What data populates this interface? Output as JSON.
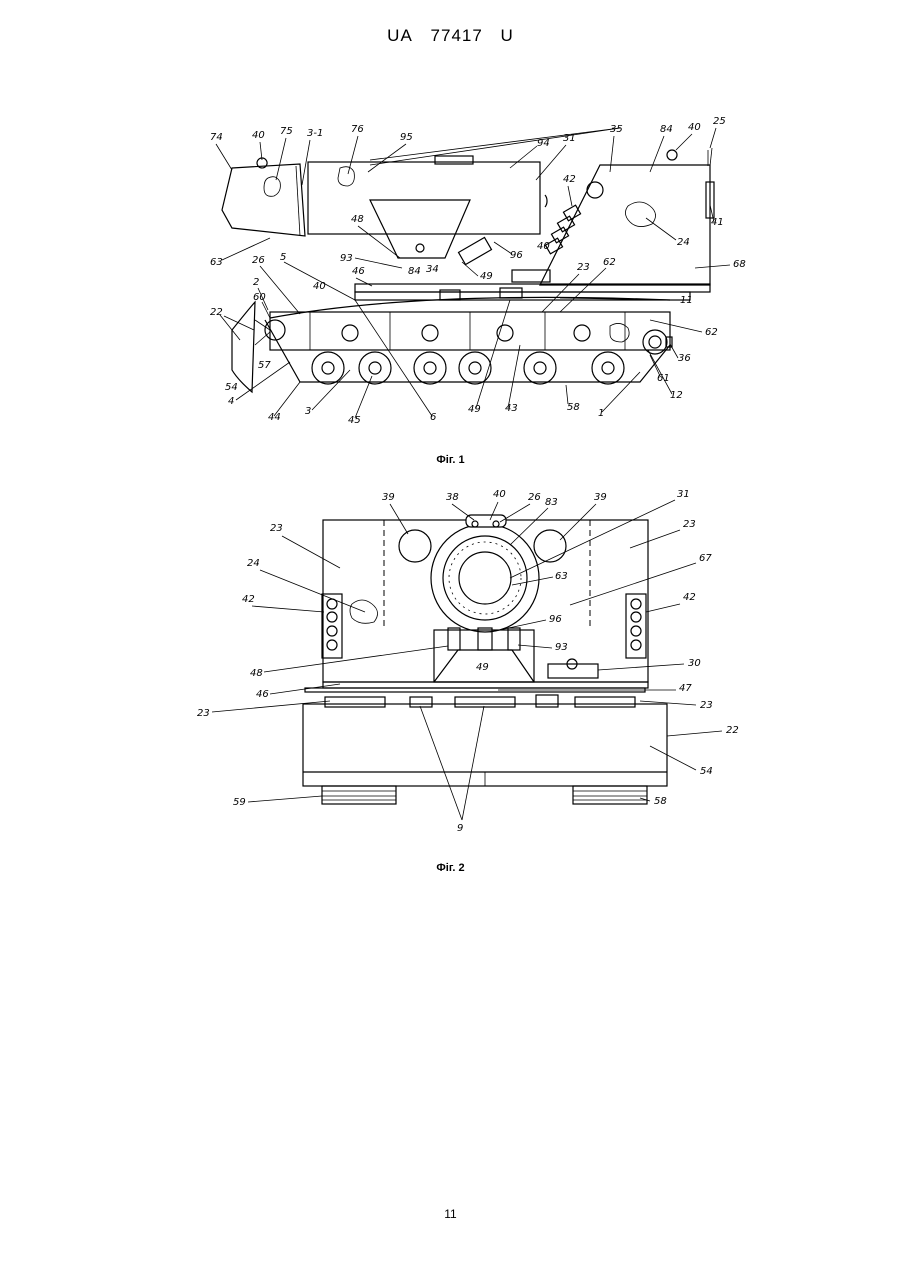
{
  "header": {
    "country": "UA",
    "number": "77417",
    "kind": "U"
  },
  "figures": [
    {
      "caption": "Фіг. 1",
      "labels": [
        "74",
        "40",
        "75",
        "3-1",
        "76",
        "95",
        "94",
        "31",
        "35",
        "84",
        "40",
        "25",
        "42",
        "24",
        "41",
        "48",
        "40",
        "96",
        "93",
        "46",
        "84",
        "34",
        "49",
        "68",
        "63",
        "26",
        "5",
        "40",
        "2",
        "60",
        "23",
        "62",
        "11",
        "22",
        "62",
        "36",
        "57",
        "54",
        "61",
        "4",
        "44",
        "3",
        "45",
        "6",
        "49",
        "43",
        "58",
        "1",
        "12"
      ]
    },
    {
      "caption": "Фіг. 2",
      "labels": [
        "39",
        "38",
        "40",
        "26",
        "83",
        "39",
        "31",
        "23",
        "23",
        "67",
        "24",
        "63",
        "42",
        "42",
        "96",
        "93",
        "48",
        "49",
        "30",
        "46",
        "47",
        "23",
        "23",
        "22",
        "54",
        "59",
        "58",
        "9"
      ]
    }
  ],
  "page_number": "11"
}
